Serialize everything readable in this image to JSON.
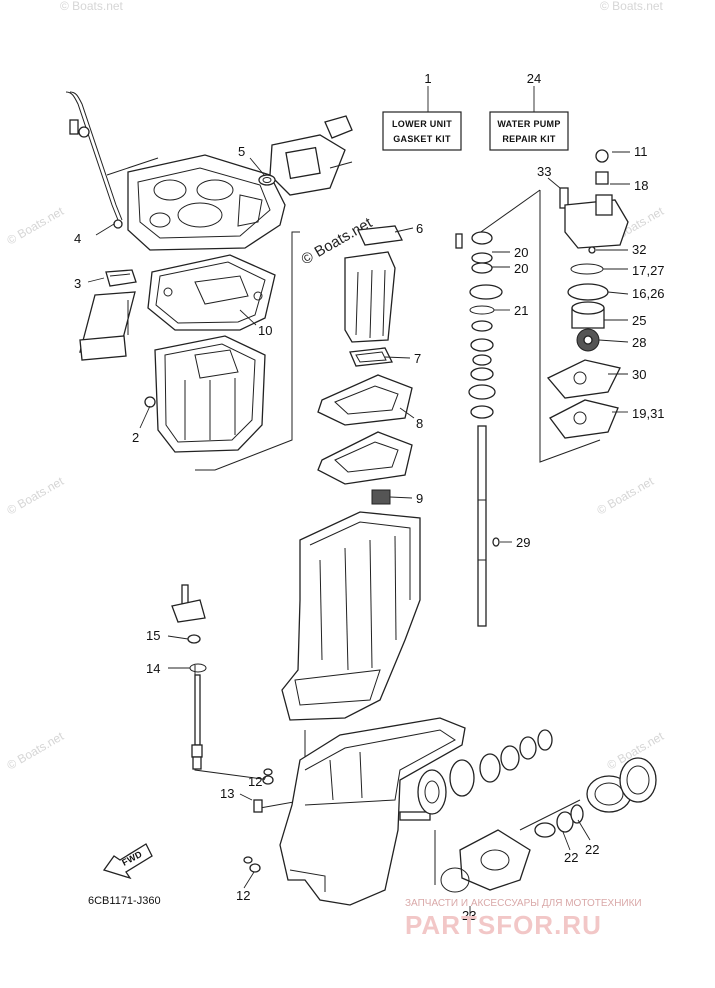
{
  "kits": {
    "lower_unit": {
      "number": "1",
      "line1": "LOWER UNIT",
      "line2": "GASKET KIT"
    },
    "water_pump": {
      "number": "24",
      "line1": "WATER PUMP",
      "line2": "REPAIR KIT"
    }
  },
  "callouts": [
    "1",
    "24",
    "11",
    "33",
    "18",
    "5",
    "6",
    "20",
    "20",
    "32",
    "17,27",
    "4",
    "3",
    "16,26",
    "21",
    "25",
    "10",
    "28",
    "7",
    "30",
    "2",
    "8",
    "19,31",
    "9",
    "29",
    "15",
    "14",
    "12",
    "13",
    "22",
    "22",
    "12",
    "23"
  ],
  "diagram_code": "6CB1171-J360",
  "fwd_label": "FWD",
  "watermarks": {
    "brand": "© Boats.net",
    "shop_subtitle": "ЗАПЧАСТИ И АКСЕССУАРЫ ДЛЯ МОТОТЕХНИКИ",
    "shop_logo": "PARTSFOR.RU"
  },
  "colors": {
    "line": "#222222",
    "watermark": "#d6d6d6",
    "shop_logo": "#f2c7c7"
  }
}
